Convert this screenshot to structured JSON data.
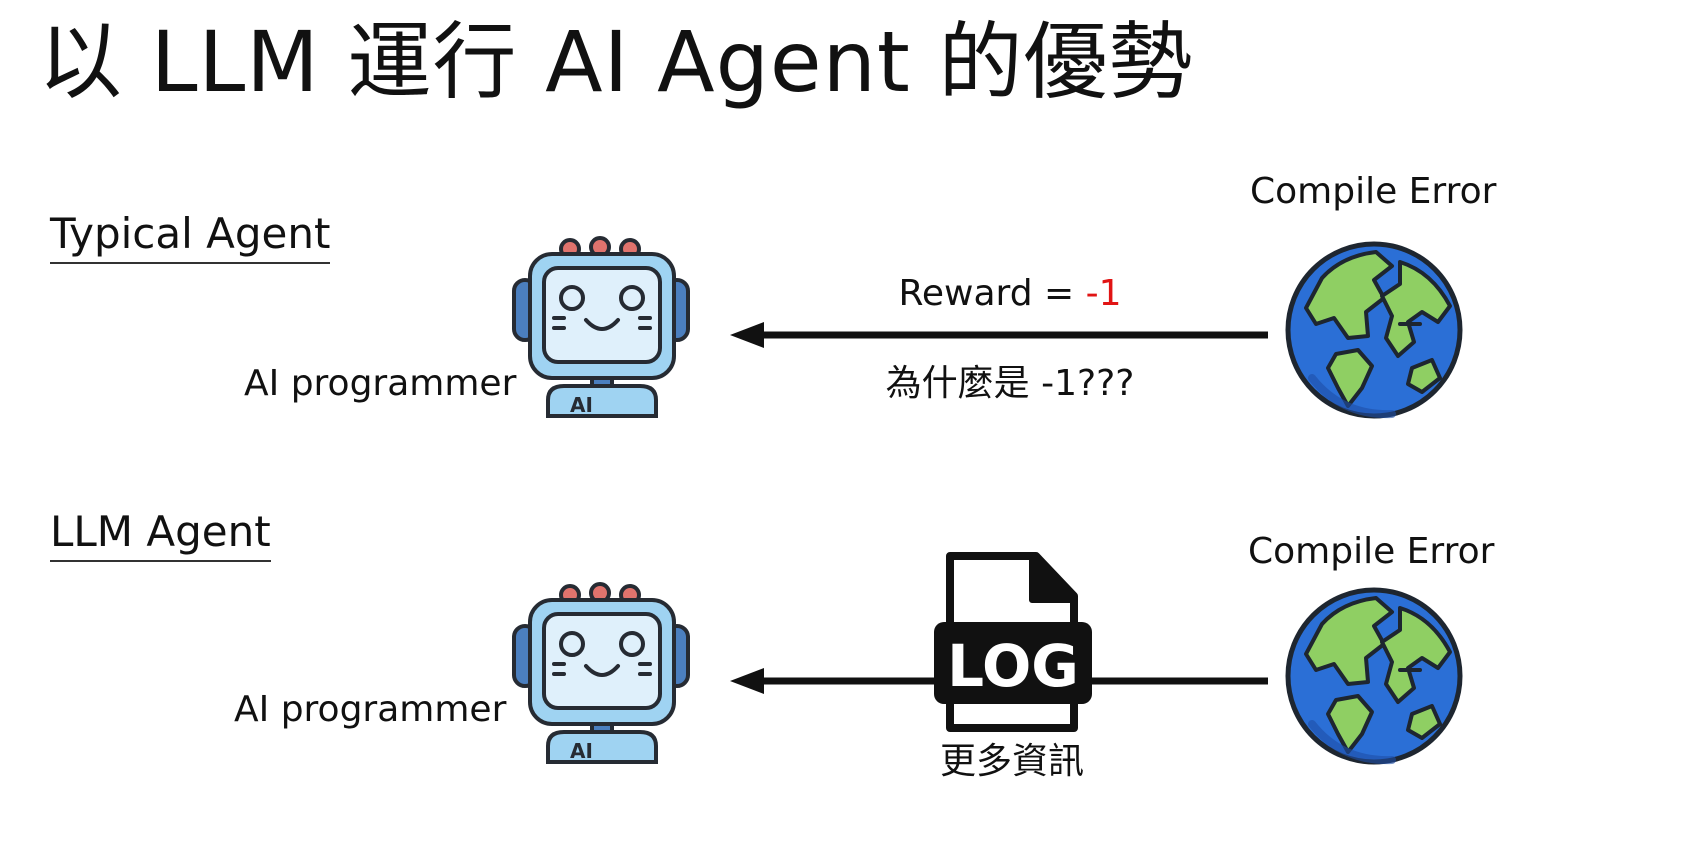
{
  "slide": {
    "title": "以 LLM 運行 AI Agent 的優勢"
  },
  "typical": {
    "section_label": "Typical Agent",
    "agent_label": "AI programmer",
    "environment_label": "Compile Error",
    "reward_prefix": "Reward = ",
    "reward_value": "-1",
    "question_text": "為什麼是 -1???",
    "robot_badge": "AI"
  },
  "llm": {
    "section_label": "LLM Agent",
    "agent_label": "AI programmer",
    "environment_label": "Compile Error",
    "log_label": "LOG",
    "info_text": "更多資訊",
    "robot_badge": "AI"
  },
  "colors": {
    "reward_negative": "#e11414",
    "robot_body": "#9fd3f2",
    "robot_screen": "#dff0fb",
    "robot_outline": "#262b33",
    "robot_ears": "#4b7fbf",
    "robot_antenna": "#e0736d",
    "earth_ocean": "#2b6fd6",
    "earth_land": "#8fcf63"
  },
  "icons": [
    "robot-icon",
    "earth-icon",
    "log-file-icon",
    "arrow-left-icon"
  ]
}
